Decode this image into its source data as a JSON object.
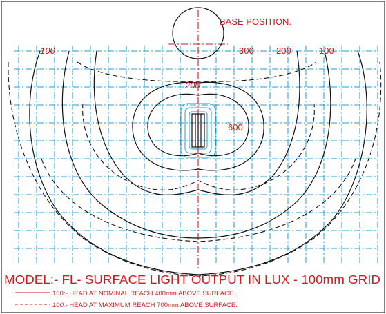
{
  "diagram": {
    "base_label": "BASE POSITION.",
    "contour_labels": {
      "left_100": "100",
      "top_300": "300",
      "top_200": "200",
      "top_100": "100",
      "center_200": "200",
      "center_600": "600"
    },
    "title": "MODEL:- FL- SURFACE LIGHT OUTPUT IN LUX - 100mm GRID",
    "legend": [
      {
        "prefix": "100:-",
        "text": " HEAD AT NOMINAL REACH 400mm ABOVE SURFACE.",
        "style": "solid"
      },
      {
        "prefix": "100:-",
        "text": " HEAD AT MAXIMUM REACH 700mm ABOVE SURFACE.",
        "style": "dashed"
      }
    ],
    "colors": {
      "frame": "#555555",
      "grid": "#1f9fd8",
      "centerline": "#d7191c",
      "solid_contour": "#111111",
      "dashed_contour": "#111111",
      "lamp_outline": "#1f9fd8",
      "label_red": "#d7191c"
    }
  }
}
